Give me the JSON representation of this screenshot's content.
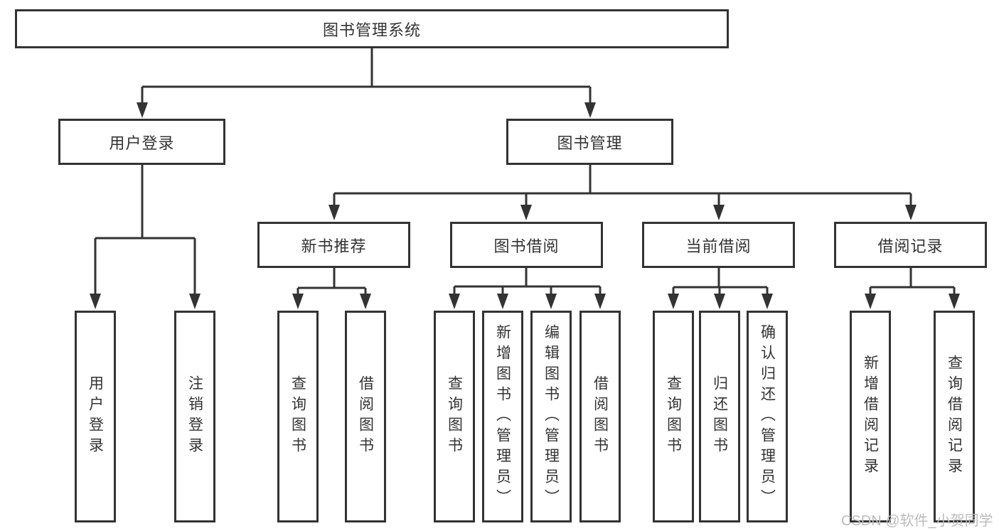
{
  "diagram": {
    "root": {
      "label": "图书管理系统"
    },
    "branches": [
      {
        "label": "用户登录",
        "children": [
          {
            "label": "用户登录"
          },
          {
            "label": "注销登录"
          }
        ]
      },
      {
        "label": "图书管理",
        "children": [
          {
            "label": "新书推荐",
            "children": [
              {
                "label": "查询图书"
              },
              {
                "label": "借阅图书"
              }
            ]
          },
          {
            "label": "图书借阅",
            "children": [
              {
                "label": "查询图书"
              },
              {
                "label": "新增图书（管理员）"
              },
              {
                "label": "编辑图书（管理员）"
              },
              {
                "label": "借阅图书"
              }
            ]
          },
          {
            "label": "当前借阅",
            "children": [
              {
                "label": "查询图书"
              },
              {
                "label": "归还图书"
              },
              {
                "label": "确认归还（管理员）"
              }
            ]
          },
          {
            "label": "借阅记录",
            "children": [
              {
                "label": "新增借阅记录"
              },
              {
                "label": "查询借阅记录"
              }
            ]
          }
        ]
      }
    ]
  },
  "watermark": {
    "text": "CSDN @软件_小贺同学",
    "color": "#bcbcbc"
  },
  "colors": {
    "line": "#333333",
    "box_border": "#333333",
    "text": "#333333",
    "background": "#ffffff"
  }
}
